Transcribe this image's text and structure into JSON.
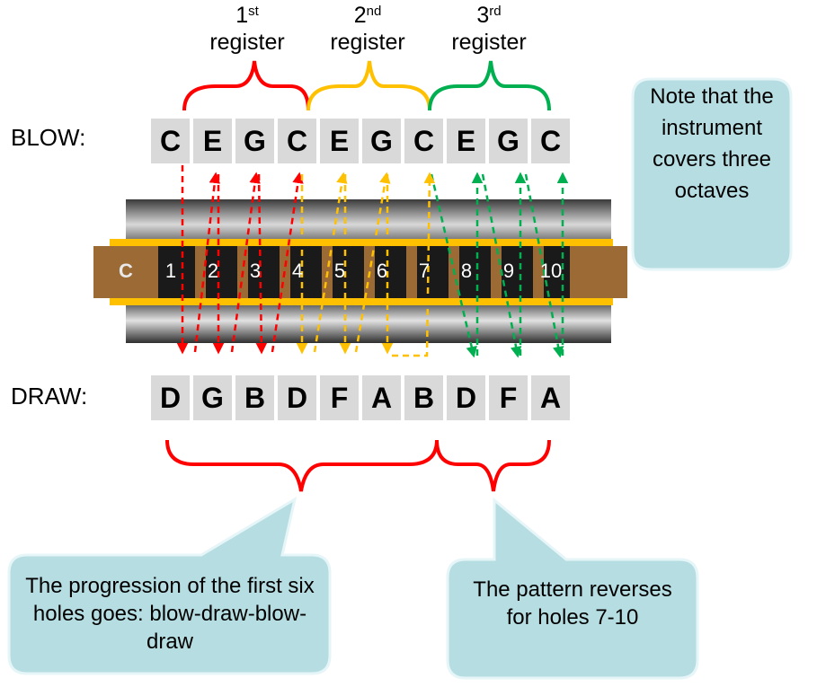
{
  "registers": [
    {
      "num": "1",
      "suffix": "st",
      "word": "register"
    },
    {
      "num": "2",
      "suffix": "nd",
      "word": "register"
    },
    {
      "num": "3",
      "suffix": "rd",
      "word": "register"
    }
  ],
  "blow_label": "BLOW:",
  "draw_label": "DRAW:",
  "blow_notes": [
    "C",
    "E",
    "G",
    "C",
    "E",
    "G",
    "C",
    "E",
    "G",
    "C"
  ],
  "draw_notes": [
    "D",
    "G",
    "B",
    "D",
    "F",
    "A",
    "B",
    "D",
    "F",
    "A"
  ],
  "harmonica": {
    "key": "C",
    "holes": [
      "1",
      "2",
      "3",
      "4",
      "5",
      "6",
      "7",
      "8",
      "9",
      "10"
    ]
  },
  "callouts": {
    "octaves": "Note that the instrument covers three octaves",
    "progression": "The progression of the first six holes goes: blow-draw-blow-draw",
    "reverse": "The pattern reverses for holes 7-10"
  },
  "colors": {
    "register1": "#ff0000",
    "register2": "#ffc000",
    "register3": "#00b050",
    "callout_fill": "#b6dde2",
    "harmonica_wood": "#9b6a35",
    "harmonica_gold": "#ffc000"
  }
}
